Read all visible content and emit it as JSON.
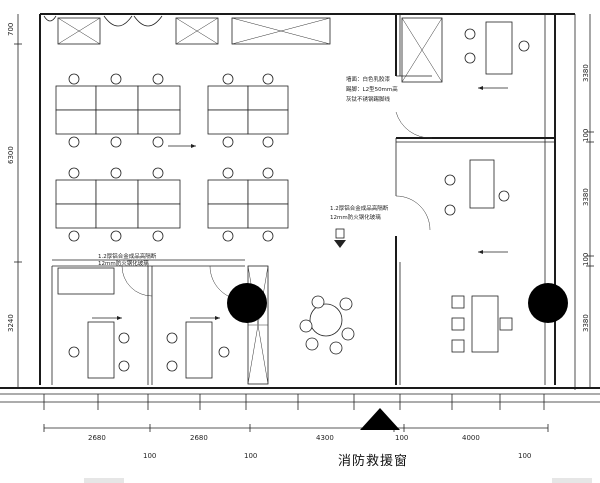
{
  "drawing": {
    "bottom_dimensions": [
      "2680",
      "2680",
      "4300",
      "100",
      "4000"
    ],
    "under_dimensions": [
      "100",
      "100",
      "100"
    ],
    "left_dimensions": [
      "700",
      "6300",
      "3240"
    ],
    "right_dimensions": [
      "3380",
      "100",
      "3380",
      "100",
      "3380"
    ],
    "annotations": {
      "wall_finish_line1": "墙面：白色乳胶漆",
      "wall_finish_line2": "踢脚：L2型50mm高",
      "wall_finish_line3": "灰钛不锈钢踢脚线",
      "glass_partition_right_line1": "1.2厚铝合金成品高隔断",
      "glass_partition_right_line2": "12mm防火钢化玻璃",
      "glass_partition_left_line1": "1.2厚铝合金成品高隔断",
      "glass_partition_left_line2": "12mm防火钢化玻璃"
    },
    "title": "消防救援窗"
  }
}
